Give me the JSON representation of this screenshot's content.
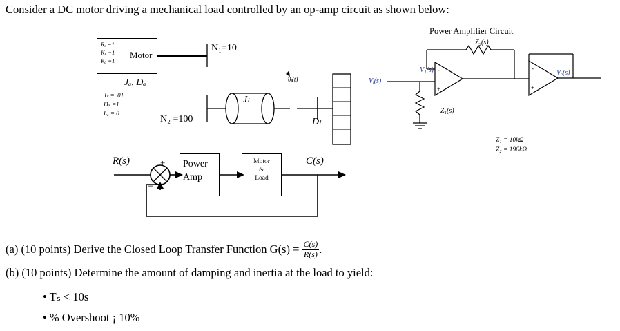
{
  "prompt": "Consider a DC motor driving a mechanical load controlled by an op-amp circuit as shown below:",
  "motor": {
    "params": [
      "R",
      "K",
      "K"
    ],
    "param_lines": [
      "Rₐ =1",
      "Kₜ =1",
      "Kᵦ =1"
    ],
    "label": "Motor",
    "inertia_damping": "Jₐ, Dₐ",
    "load_params": [
      "Jₛ = .01",
      "Dₛ =1",
      "Lₐ = 0"
    ],
    "n1": "N₁=10",
    "n2": "N₂ =100",
    "jl": "Jₗ",
    "dl": "Dₗ",
    "theta": "θₗ(t)"
  },
  "power_amp_circuit": {
    "title": "Power Amplifier Circuit",
    "z2_label": "Z₂(s)",
    "z1_label": "Z₁(s)",
    "v1_label": "V₁(s)",
    "vi_label": "Vᵢ(s)",
    "vo_label": "Vₒ(s)",
    "z1_value": "Z₁ = 10kΩ",
    "z2_value": "Z₂ = 190kΩ"
  },
  "block_diagram": {
    "input": "R(s)",
    "output": "C(s)",
    "plus": "+",
    "minus": "−",
    "power_amp_line1": "Power",
    "power_amp_line2": "Amp",
    "motor_load_line1": "Motor",
    "motor_load_line2": "&",
    "motor_load_line3": "Load"
  },
  "questions": {
    "a_prefix": "(a)  (10 points)  Derive the Closed Loop Transfer Function G(s) =",
    "a_frac_num": "C(s)",
    "a_frac_den": "R(s)",
    "a_suffix": ".",
    "b": "(b)  (10 points)  Determine the amount of damping and inertia at the load to yield:",
    "bullet1": "Tₛ < 10s",
    "bullet2": "% Overshoot ¡ 10%"
  }
}
